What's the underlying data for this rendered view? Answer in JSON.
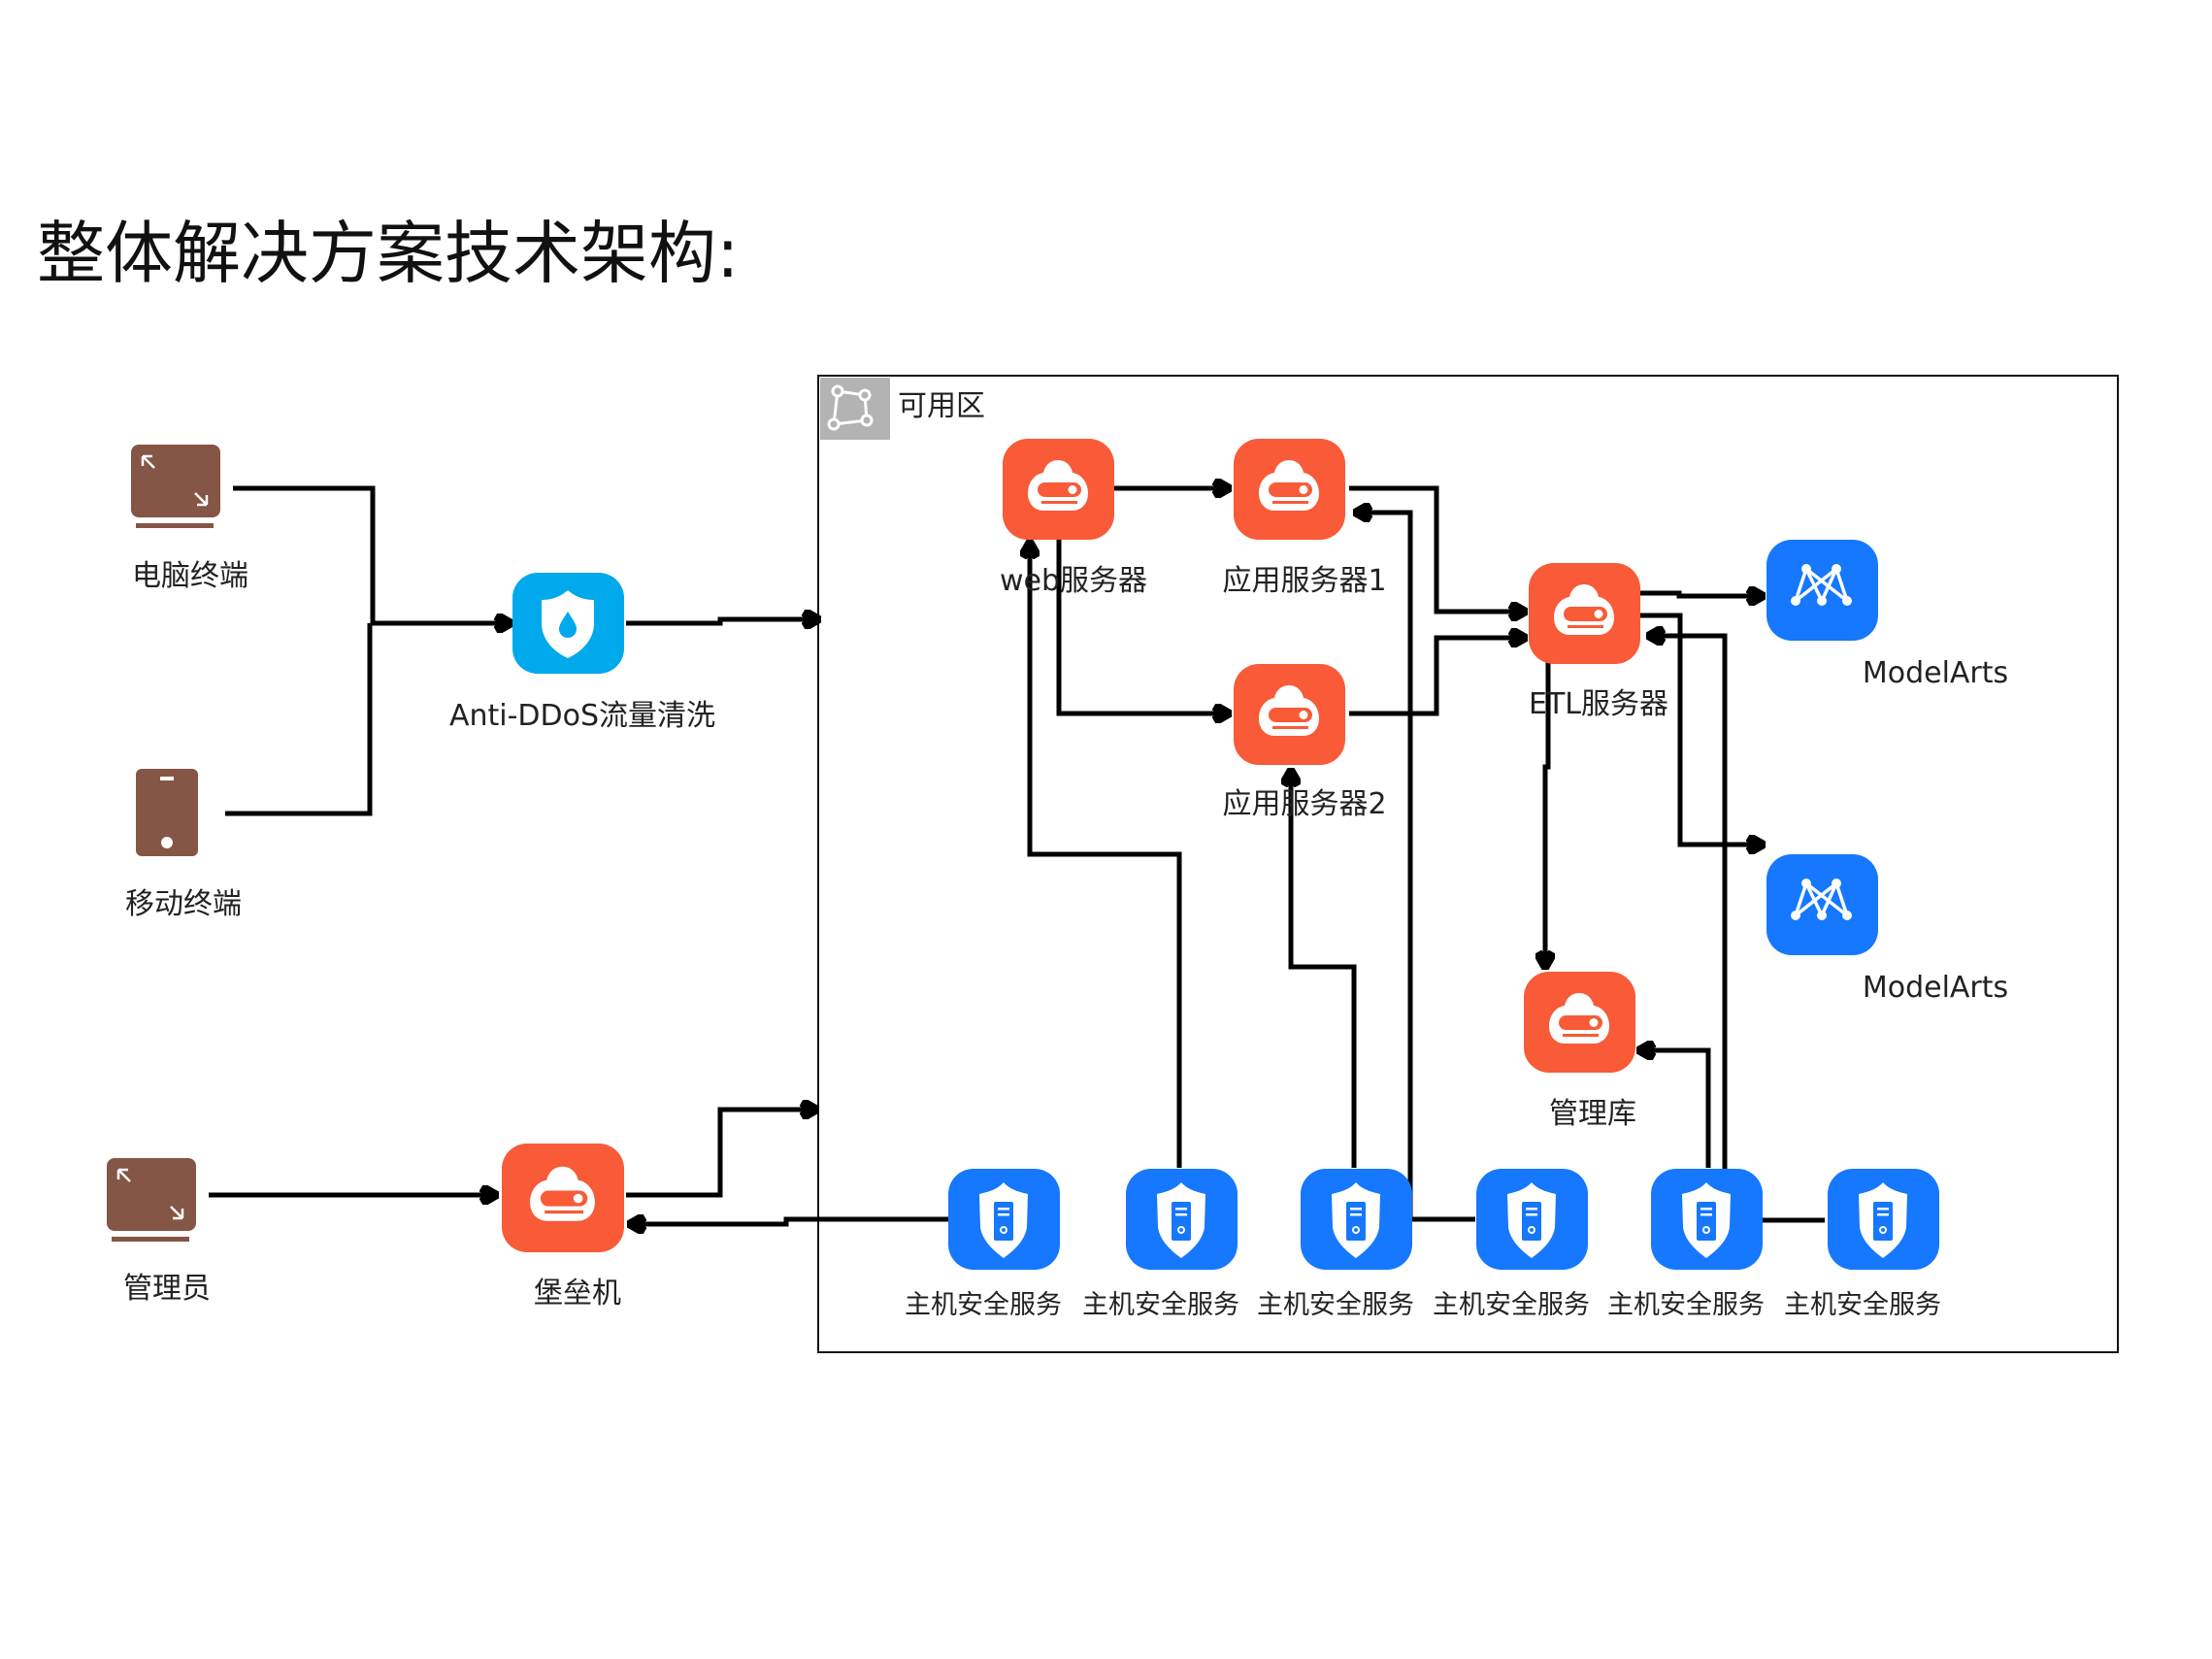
{
  "title": "整体解决方案技术架构:",
  "zone": {
    "label": "可用区",
    "icon": "availability-zone-icon"
  },
  "nodes": {
    "pc": {
      "label": "电脑终端",
      "icon": "desktop-terminal-icon"
    },
    "mobile": {
      "label": "移动终端",
      "icon": "mobile-phone-icon"
    },
    "admin": {
      "label": "管理员",
      "icon": "desktop-terminal-icon"
    },
    "antiddos": {
      "label": "Anti-DDoS流量清洗",
      "icon": "shield-drop-icon"
    },
    "bastion": {
      "label": "堡垒机",
      "icon": "cloud-server-icon"
    },
    "web": {
      "label": "web服务器",
      "icon": "cloud-server-icon"
    },
    "app1": {
      "label": "应用服务器1",
      "icon": "cloud-server-icon"
    },
    "app2": {
      "label": "应用服务器2",
      "icon": "cloud-server-icon"
    },
    "etl": {
      "label": "ETL服务器",
      "icon": "cloud-server-icon"
    },
    "mgmtdb": {
      "label": "管理库",
      "icon": "cloud-server-icon"
    },
    "modelarts1": {
      "label": "ModelArts",
      "icon": "modelarts-icon"
    },
    "modelarts2": {
      "label": "ModelArts",
      "icon": "modelarts-icon"
    },
    "hss": [
      {
        "label": "主机安全服务",
        "icon": "host-security-shield-icon"
      },
      {
        "label": "主机安全服务",
        "icon": "host-security-shield-icon"
      },
      {
        "label": "主机安全服务",
        "icon": "host-security-shield-icon"
      },
      {
        "label": "主机安全服务",
        "icon": "host-security-shield-icon"
      },
      {
        "label": "主机安全服务",
        "icon": "host-security-shield-icon"
      },
      {
        "label": "主机安全服务",
        "icon": "host-security-shield-icon"
      }
    ]
  },
  "colors": {
    "server": "#f95a37",
    "security": "#1677ff",
    "antiddos": "#00a9ec",
    "terminal": "#855545",
    "zone_icon_bg": "#b3b3b3"
  }
}
